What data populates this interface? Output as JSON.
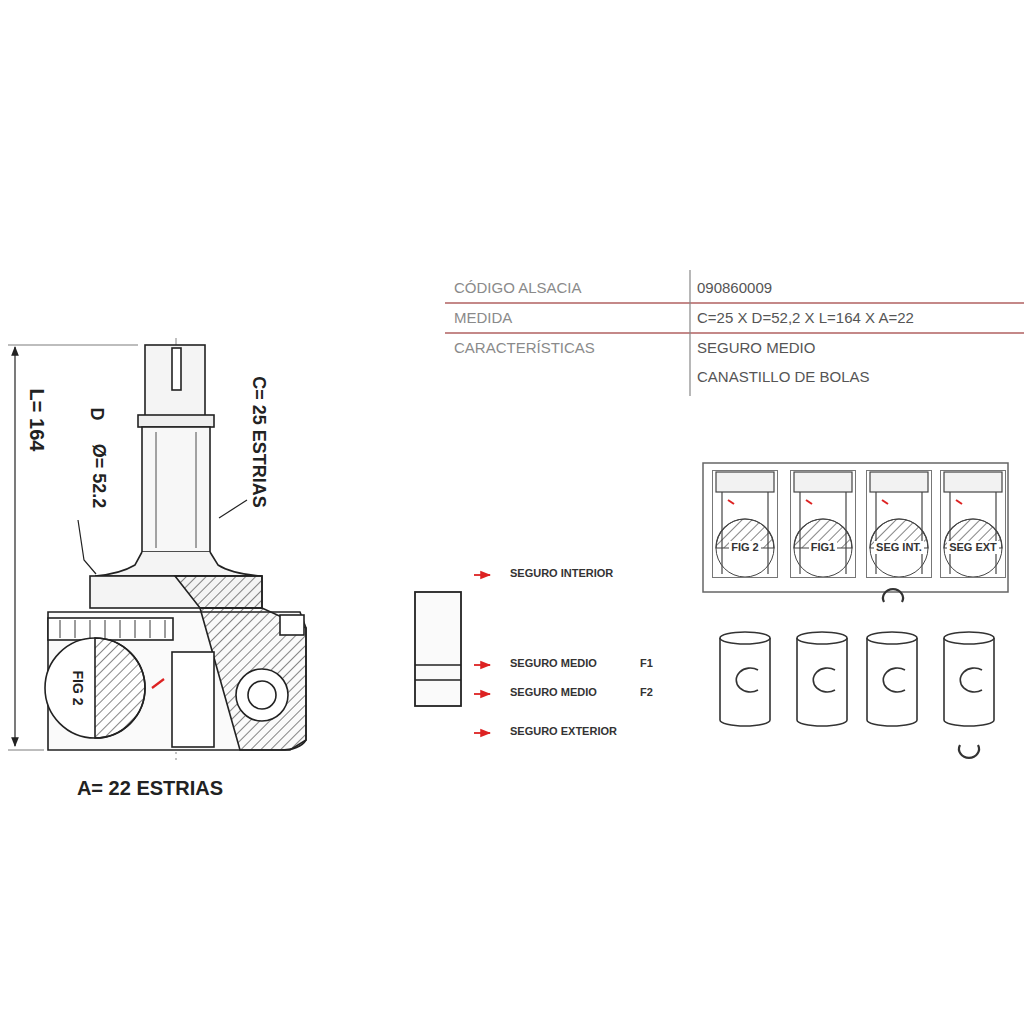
{
  "diagram": {
    "nodes": [
      {
        "text": [
          "FIG 2"
        ]
      },
      {
        "text": [
          "FIG1"
        ]
      },
      {
        "text": [
          "SEG INT."
        ]
      },
      {
        "text": [
          "SEG EXT"
        ]
      }
    ],
    "labels": [
      "L= 164",
      "D",
      "Ø= 52.2",
      "C= 25 ESTRIAS",
      "FIG 2",
      "A= 22 ESTRIAS",
      "CÓDIGO ALSACIA",
      "MEDIDA",
      "CARACTERÍSTICAS",
      "090860009",
      "C=25 X D=52,2 X L=164 X A=22",
      "SEGURO MEDIO",
      "CANASTILLO DE BOLAS",
      "SEGURO INTERIOR",
      "SEGURO MEDIO",
      "F1",
      "SEGURO MEDIO",
      "F2",
      "SEGURO EXTERIOR"
    ]
  }
}
